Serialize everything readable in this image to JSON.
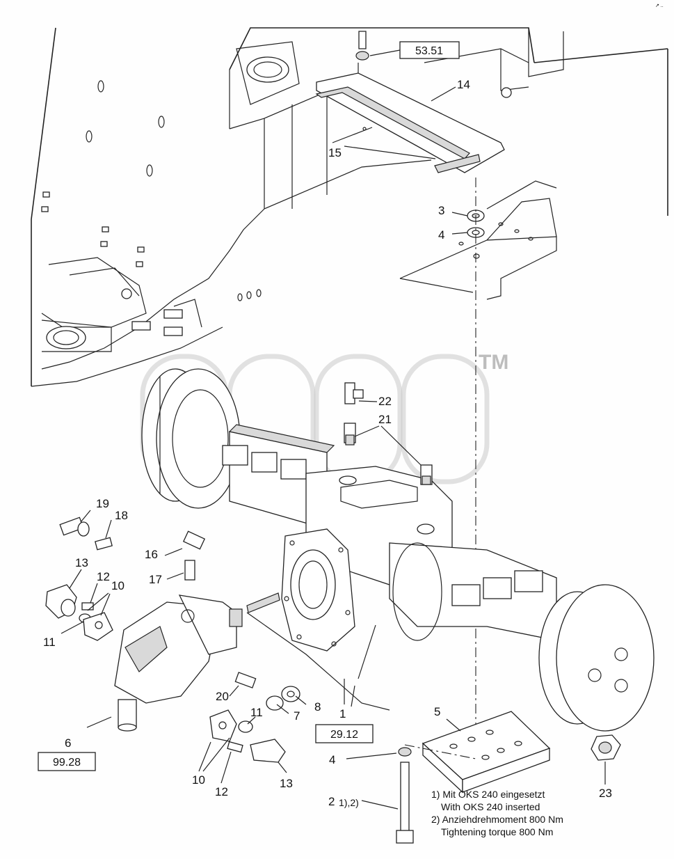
{
  "corner_mark": "↗ ..",
  "watermark": {
    "trademark": "TM"
  },
  "ref_boxes": [
    {
      "id": "ref-53-51",
      "text": "53.51"
    },
    {
      "id": "ref-29-12",
      "text": "29.12"
    },
    {
      "id": "ref-99-28",
      "text": "99.28"
    }
  ],
  "callouts": {
    "c14": "14",
    "c15": "15",
    "c3": "3",
    "c4a": "4",
    "c22": "22",
    "c21": "21",
    "c19": "19",
    "c18": "18",
    "c16": "16",
    "c17": "17",
    "c13a": "13",
    "c12a": "12",
    "c10a": "10",
    "c11a": "11",
    "c20": "20",
    "c7": "7",
    "c8": "8",
    "c11b": "11",
    "c1": "1",
    "c5": "5",
    "c6": "6",
    "c10b": "10",
    "c12b": "12",
    "c13b": "13",
    "c4b": "4",
    "c2": "2",
    "c2sup": "1),2)",
    "c23": "23"
  },
  "notes": [
    "1) Mit OKS 240 eingesetzt",
    "With OKS 240 inserted",
    "2) Anziehdrehmoment 800 Nm",
    "Tightening torque 800 Nm"
  ]
}
